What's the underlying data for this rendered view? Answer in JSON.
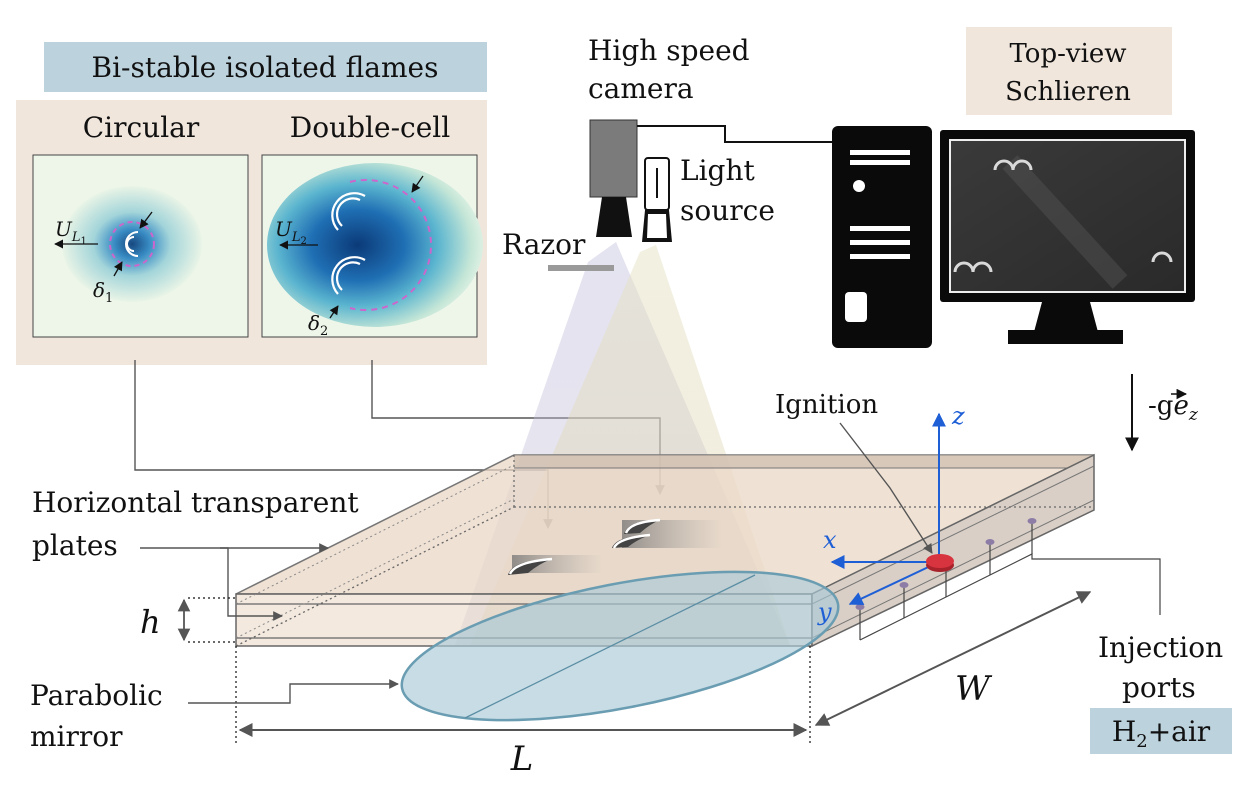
{
  "panel": {
    "header": "Bi-stable isolated flames",
    "circular": {
      "title": "Circular",
      "velocity_symbol": "U",
      "velocity_subscript": "L",
      "velocity_index": "1",
      "thickness_symbol": "δ",
      "thickness_index": "1"
    },
    "double_cell": {
      "title": "Double-cell",
      "velocity_symbol": "U",
      "velocity_subscript": "L",
      "velocity_index": "2",
      "thickness_symbol": "δ",
      "thickness_index": "2"
    }
  },
  "camera": {
    "line1": "High speed",
    "line2": "camera"
  },
  "light": {
    "line1": "Light",
    "line2": "source"
  },
  "razor": "Razor",
  "schlieren": {
    "line1": "Top-view",
    "line2": "Schlieren"
  },
  "gravity": {
    "prefix": "-g",
    "vector": "e",
    "subscript": "z"
  },
  "ignition": "Ignition",
  "axes": {
    "x": "x",
    "y": "y",
    "z": "z"
  },
  "plates": {
    "line1": "Horizontal transparent",
    "line2": "plates"
  },
  "dims": {
    "h": "h",
    "L": "L",
    "W": "W"
  },
  "mirror": {
    "line1": "Parabolic",
    "line2": "mirror"
  },
  "injection": {
    "line1": "Injection",
    "line2": "ports"
  },
  "mixture": {
    "h": "H",
    "sub": "2",
    "rest": "+air"
  },
  "colors": {
    "panel_bg": "#f1e6dc",
    "header_bg": "#bcd3de",
    "plate_fill": "#ead7c5",
    "mirror_fill": "#a9c9d7",
    "axis_blue": "#1f5fd6",
    "ignition_red": "#d8343f",
    "flame_dark_blue": "#0e4f8c"
  }
}
